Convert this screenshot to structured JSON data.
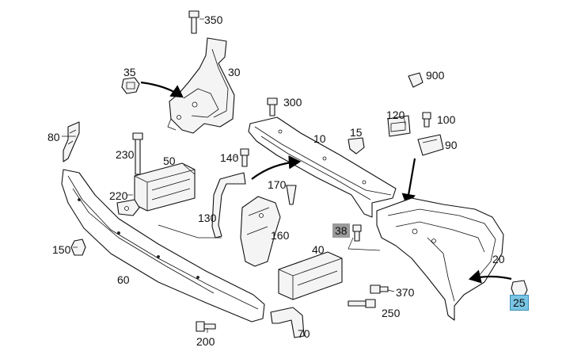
{
  "labels": {
    "l350": "350",
    "l30": "30",
    "l35": "35",
    "l80": "80",
    "l230": "230",
    "l50": "50",
    "l220": "220",
    "l150": "150",
    "l60": "60",
    "l300": "300",
    "l10": "10",
    "l140": "140",
    "l170": "170",
    "l130": "130",
    "l160": "160",
    "l15": "15",
    "l900": "900",
    "l120": "120",
    "l100": "100",
    "l90": "90",
    "l38": "38",
    "l40": "40",
    "l370": "370",
    "l250": "250",
    "l70": "70",
    "l200": "200",
    "l20": "20",
    "l25": "25"
  },
  "highlights": {
    "grey": "#9a9a9a",
    "blue": "#79c5e4"
  }
}
